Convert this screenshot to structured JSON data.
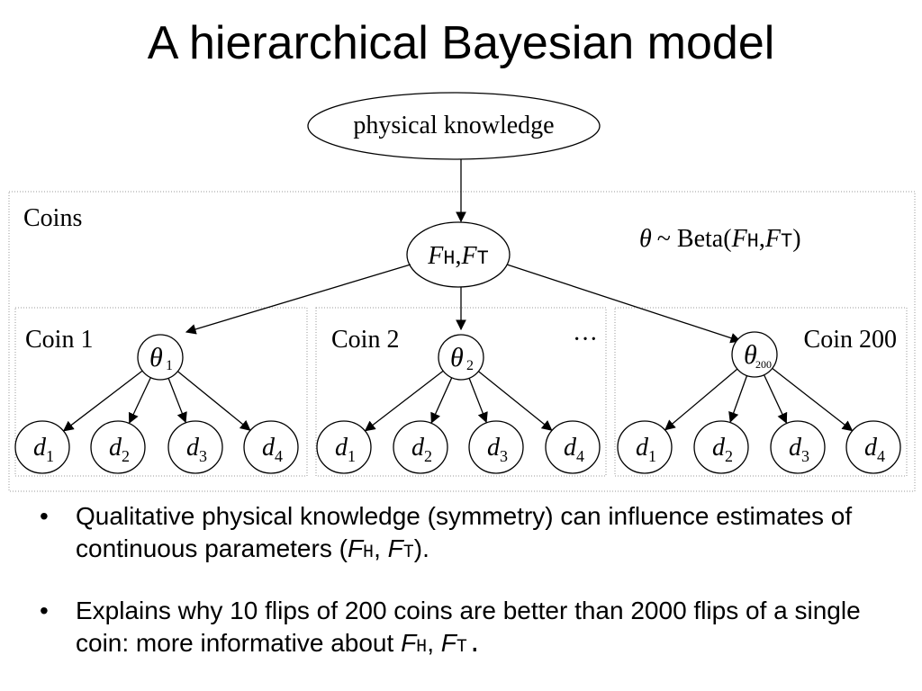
{
  "slide": {
    "title": "A hierarchical Bayesian model"
  },
  "diagram": {
    "root_node": "physical knowledge",
    "coins_label": "Coins",
    "hyper": {
      "f": "F",
      "sub_h": "H",
      "sep": ",",
      "sub_t": "T"
    },
    "prior": {
      "theta": "θ",
      "tilde": "~ Beta(",
      "f": "F",
      "sub_h": "H",
      "sep": ",",
      "sub_t": "T",
      "close": ")"
    },
    "ellipsis": "···",
    "coins": [
      {
        "label": "Coin 1",
        "theta": "θ",
        "theta_sub": "1"
      },
      {
        "label": "Coin 2",
        "theta": "θ",
        "theta_sub": "2"
      },
      {
        "label": "Coin 200",
        "theta": "θ",
        "theta_sub": "200"
      }
    ],
    "data_node_letter": "d",
    "data_node_subs": [
      "1",
      "2",
      "3",
      "4"
    ]
  },
  "bullets": [
    {
      "marker": "•",
      "text_before": "Qualitative physical knowledge (symmetry) can influence estimates of continuous parameters (",
      "f1": "F",
      "s1": "H",
      "sep": ", ",
      "f2": "F",
      "s2": "T",
      "text_after": ")."
    },
    {
      "marker": "•",
      "text_before": "Explains why 10 flips of 200 coins are better than 2000 flips of a single coin: more informative about ",
      "f1": "F",
      "s1": "H",
      "sep": ", ",
      "f2": "F",
      "s2": "T",
      "text_after": "."
    }
  ]
}
